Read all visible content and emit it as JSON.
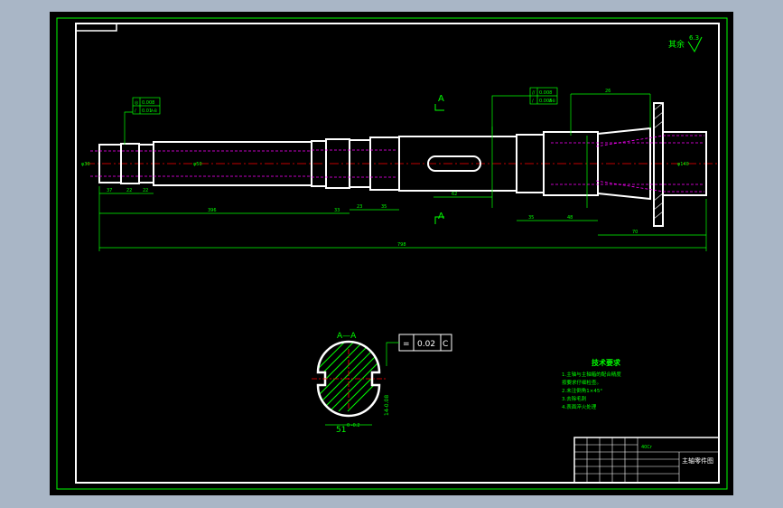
{
  "drawing": {
    "surface_roughness": {
      "prefix": "其余",
      "value": "6.3"
    },
    "section": {
      "cut_label": "A",
      "view_title": "A—A"
    },
    "section_tolerance": {
      "symbol": "=",
      "value": "0.02",
      "datum": "C"
    },
    "section_dims": {
      "width": "51",
      "width_tol": "0\n-0.2",
      "side": "14-0.08"
    },
    "tolerance_frames": [
      {
        "symbol": "◎",
        "value": "0.008"
      },
      {
        "symbol": "/",
        "value": "0.01",
        "datum": "A-B"
      },
      {
        "symbol": "//",
        "value": "0.008"
      },
      {
        "symbol": "/",
        "value": "0.008",
        "datum": "A-B"
      }
    ],
    "tech_requirements": {
      "title": "技术要求",
      "lines": [
        "1.主轴与主轴箱的配合精度",
        "  按要求仔细检查。",
        "2.未注倒角1×45°",
        "3.去除毛刺",
        "4.表面淬火处理"
      ]
    },
    "title_block": {
      "part_name": "主轴零件图",
      "material": "40Cr"
    }
  },
  "colors": {
    "background": "#000000",
    "frame": "#ffffff",
    "dimension": "#00ff00",
    "centerline": "#ff0000",
    "hidden": "#ff00ff",
    "window": "#a9b6c6"
  }
}
